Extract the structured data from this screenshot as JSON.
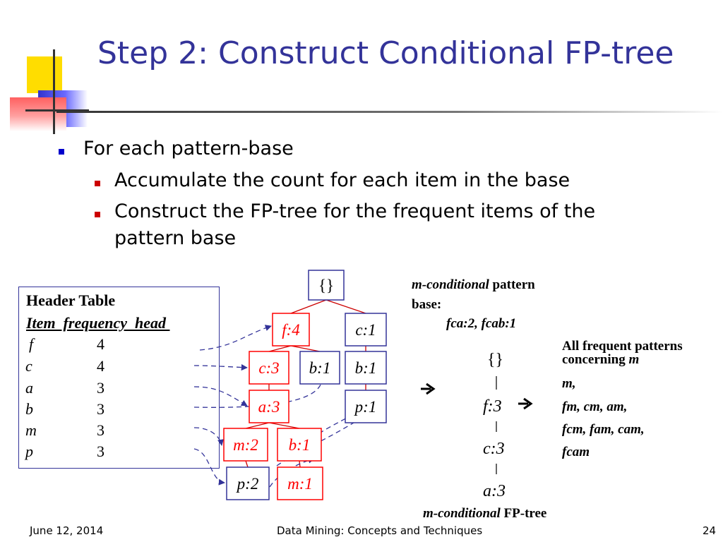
{
  "slide": {
    "title": "Step 2: Construct Conditional FP-tree",
    "bullets": [
      {
        "text": "For each pattern-base"
      },
      {
        "text": "Accumulate the count for each item in the base"
      },
      {
        "text": "Construct the FP-tree for the frequent items of the"
      },
      {
        "text": "pattern base"
      }
    ],
    "colors": {
      "title": "#333399",
      "bullet_l1": "#0000cc",
      "bullet_l2": "#cc0000",
      "highlight": "#ff0000",
      "node_border": "#333399"
    }
  },
  "header_table": {
    "title": "Header Table",
    "columns_label": "Item  frequency  head ",
    "rows": [
      {
        "item": "f",
        "freq": "4"
      },
      {
        "item": "c",
        "freq": "4"
      },
      {
        "item": "a",
        "freq": "3"
      },
      {
        "item": "b",
        "freq": "3"
      },
      {
        "item": "m",
        "freq": "3"
      },
      {
        "item": "p",
        "freq": "3"
      }
    ]
  },
  "fp_tree": {
    "nodes": [
      {
        "id": "root",
        "label": "{}",
        "highlight": false
      },
      {
        "id": "f4",
        "label": "f:4",
        "highlight": true
      },
      {
        "id": "c1_top",
        "label": "c:1",
        "highlight": false
      },
      {
        "id": "c3",
        "label": "c:3",
        "highlight": true
      },
      {
        "id": "b1_mid",
        "label": "b:1",
        "highlight": false
      },
      {
        "id": "b1_right",
        "label": "b:1",
        "highlight": false
      },
      {
        "id": "a3",
        "label": "a:3",
        "highlight": true
      },
      {
        "id": "p1",
        "label": "p:1",
        "highlight": false
      },
      {
        "id": "m2",
        "label": "m:2",
        "highlight": true
      },
      {
        "id": "b1_low",
        "label": "b:1",
        "highlight": true
      },
      {
        "id": "p2",
        "label": "p:2",
        "highlight": false
      },
      {
        "id": "m1",
        "label": "m:1",
        "highlight": true
      }
    ]
  },
  "pattern_base": {
    "label_italic": "m-conditional",
    "label_rest": " pattern",
    "label_line2": "base:",
    "value": "fca:2, fcab:1"
  },
  "conditional_tree": {
    "nodes": [
      "{}",
      "f:3",
      "c:3",
      "a:3"
    ],
    "caption_italic": "m-conditional",
    "caption_rest": " FP-tree"
  },
  "frequent_patterns": {
    "title_line1": "All frequent patterns",
    "title_line2": "concerning ",
    "title_item": "m",
    "lines": [
      "m,",
      "fm, cm, am,",
      "fcm, fam, cam,",
      "fcam"
    ]
  },
  "footer": {
    "date": "June 12, 2014",
    "center": "Data Mining: Concepts and Techniques",
    "page": "24"
  }
}
